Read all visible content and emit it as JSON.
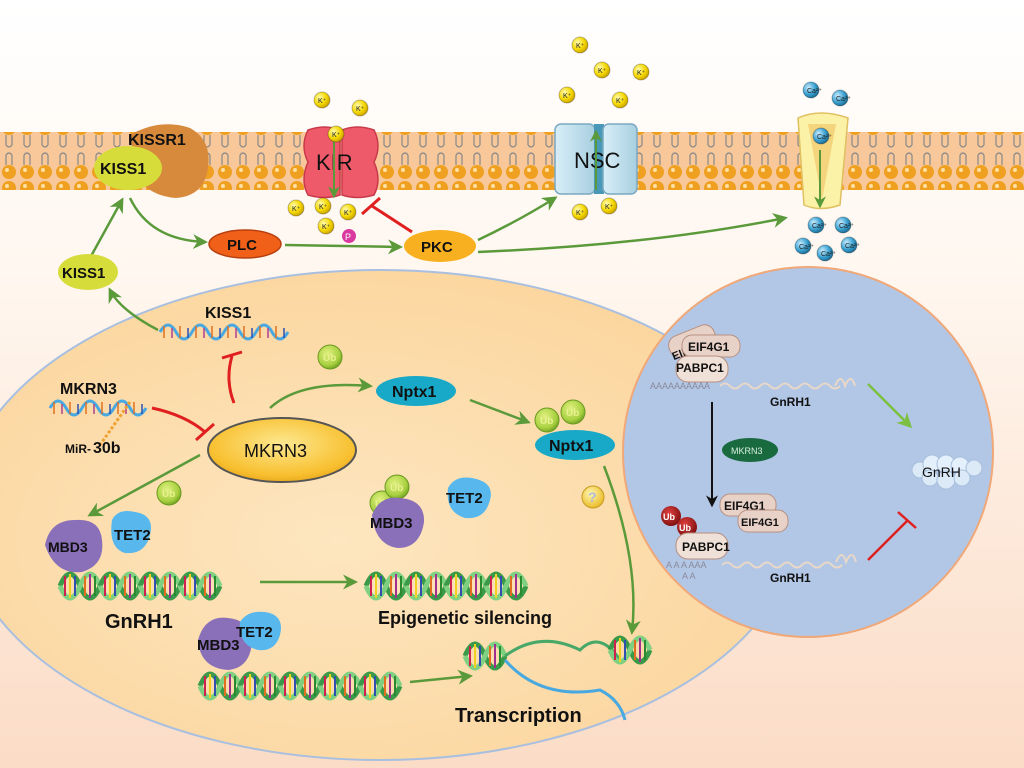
{
  "colors": {
    "background_top": "#ffffff",
    "background_bottom": "#fbdcc6",
    "membrane_bead": "#f0a020",
    "membrane_fill": "#f8c89a",
    "cell_fill": "#fde3b8",
    "cell_border": "#a9bfe0",
    "nucleus_fill": "#b2c6e6",
    "nucleus_border": "#f0a878",
    "activation_arrow": "#5a9a3a",
    "inhibition_arrow": "#e02020",
    "kiss1_fill": "#d6dc3a",
    "kissr1_fill": "#d88a3c",
    "plc_fill": "#f06018",
    "pkc_fill": "#f8b020",
    "kir_fill": "#ee5a6a",
    "nsc_fill": "#bfe0ee",
    "ca_channel_fill": "#fbf2a8",
    "k_ion_fill": "#f5d800",
    "ca_ion_fill": "#3aa0d0",
    "mkrn3_fill": "#f8c030",
    "nptx1_fill": "#18a8c8",
    "ub_fill": "#a8d040",
    "mbd3_fill": "#8a70b8",
    "tet2_fill": "#58b8ee",
    "mkrn3_nuclear_fill": "#1a6a40",
    "ub_nuclear_fill": "#9a1818",
    "eif_fill": "#e8d2c8"
  },
  "membrane": {
    "receptor": {
      "ligand_label": "KISS1",
      "receptor_label": "KISSR1"
    },
    "channels": [
      {
        "id": "kir",
        "label": "KIR",
        "ion": "K+"
      },
      {
        "id": "nsc",
        "label": "NSC",
        "ion": "K+"
      },
      {
        "id": "ca_channel",
        "label": "",
        "ion": "Ca2+"
      }
    ],
    "ion_labels": {
      "potassium": "K⁺",
      "calcium": "Ca²⁺",
      "phosphate": "P"
    }
  },
  "signaling": {
    "kiss1_secreted": "KISS1",
    "plc": "PLC",
    "pkc": "PKC"
  },
  "cytoplasm": {
    "kiss1_mrna": "KISS1",
    "mkrn3_mrna": "MKRN3",
    "mir30b_prefix": "MiR-",
    "mir30b_suffix": "30b",
    "mkrn3_protein": "MKRN3",
    "nptx1": "Nptx1",
    "nptx1_ub": "Nptx1",
    "ub_label": "Ub",
    "question_mark": "?",
    "mbd3": "MBD3",
    "tet2": "TET2",
    "mbd3_ub": "MBD3",
    "tet2_free": "TET2",
    "gnrh1_gene": "GnRH1",
    "mbd3_lower": "MBD3",
    "tet2_lower": "TET2",
    "epigenetic": "Epigenetic silencing",
    "transcription": "Transcription"
  },
  "nucleus_panel": {
    "eif4g1_a": "EIF4G1",
    "eif4g1_b": "EIF4G1",
    "pabpc1_top": "PABPC1",
    "polya_top": "AAAAAAAAAA",
    "gnrh1_top": "GnRH1",
    "mkrn3": "MKRN3",
    "ub_a": "Ub",
    "ub_b": "Ub",
    "eif4g1_c": "EIF4G1",
    "eif4g1_d": "EIF4G1",
    "pabpc1_bottom": "PABPC1",
    "polya_bottom_1": "A A A  AAA",
    "polya_bottom_2": "A A",
    "gnrh1_bottom": "GnRH1",
    "gnrh_peptide": "GnRH"
  }
}
